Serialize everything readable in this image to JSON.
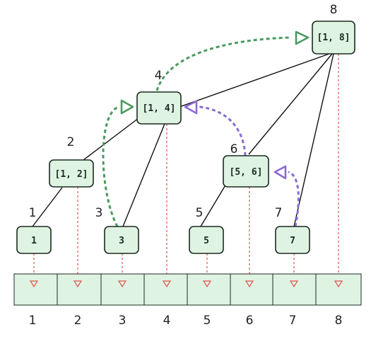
{
  "colors": {
    "node_fill": "#dff3e3",
    "outline": "#1c2b20",
    "drop_lines": "#e0554f",
    "green_path": "#4a9a5e",
    "purple_path": "#8a6cd1"
  },
  "nodes": [
    {
      "label": "1",
      "index": "1"
    },
    {
      "label": "[1, 2]",
      "index": "2"
    },
    {
      "label": "3",
      "index": "3"
    },
    {
      "label": "[1, 4]",
      "index": "4"
    },
    {
      "label": "5",
      "index": "5"
    },
    {
      "label": "[5, 6]",
      "index": "6"
    },
    {
      "label": "7",
      "index": "7"
    },
    {
      "label": "[1, 8]",
      "index": "8"
    }
  ],
  "array_indices": [
    "1",
    "2",
    "3",
    "4",
    "5",
    "6",
    "7",
    "8"
  ]
}
